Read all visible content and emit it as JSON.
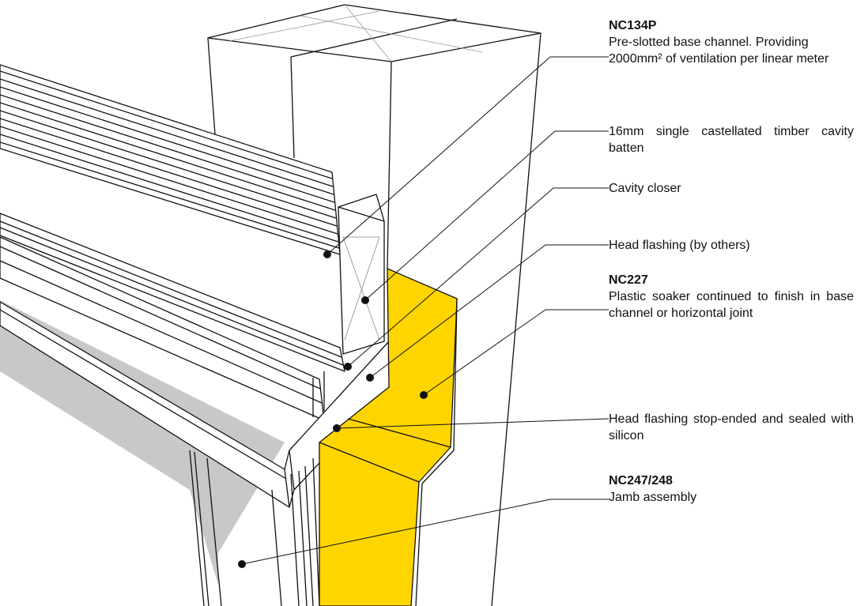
{
  "colors": {
    "soaker_fill": "#FFD500",
    "shadow_fill": "#C8C8C8",
    "line": "#111111",
    "background": "#FFFFFF"
  },
  "callouts": [
    {
      "id": "nc134p",
      "code": "NC134P",
      "text": "Pre-slotted base channel. Providing 2000mm² of ventilation per linear meter"
    },
    {
      "id": "batten",
      "code": "",
      "text": "16mm single castellated timber cavity batten"
    },
    {
      "id": "closer",
      "code": "",
      "text": "Cavity closer"
    },
    {
      "id": "head-flashing",
      "code": "",
      "text": "Head flashing (by others)"
    },
    {
      "id": "nc227",
      "code": "NC227",
      "text": "Plastic soaker continued to finish in base channel or horizontal joint"
    },
    {
      "id": "stop-ended",
      "code": "",
      "text": "Head flashing stop-ended and sealed with silicon"
    },
    {
      "id": "nc247",
      "code": "NC247/248",
      "text": "Jamb assembly"
    }
  ]
}
